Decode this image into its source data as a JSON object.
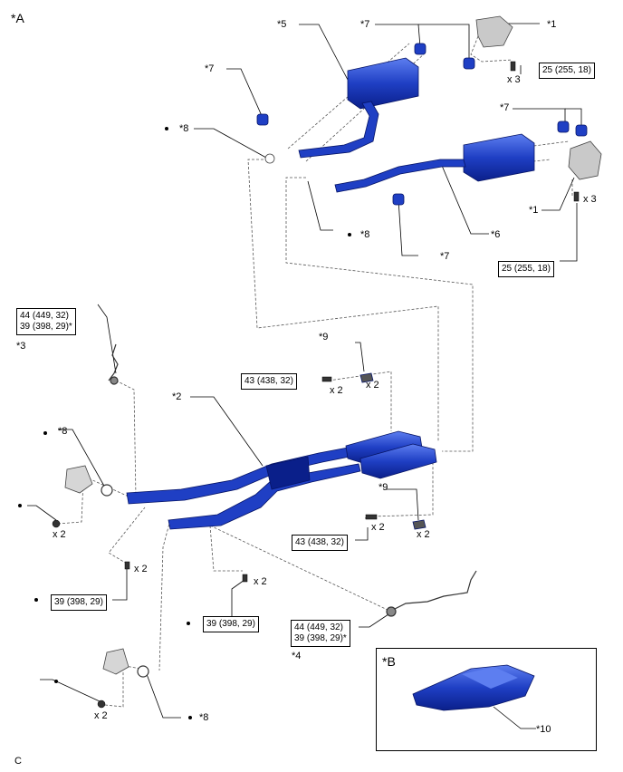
{
  "view_labels": {
    "a": "*A",
    "b": "*B",
    "corner": "C"
  },
  "callouts": {
    "c1a": "*1",
    "c1b": "*1",
    "c2": "*2",
    "c3": "*3",
    "c4": "*4",
    "c5": "*5",
    "c6": "*6",
    "c7a": "*7",
    "c7b": "*7",
    "c7c": "*7",
    "c7d": "*7",
    "c8a": "*8",
    "c8b": "*8",
    "c8c": "*8",
    "c8d": "*8",
    "c9a": "*9",
    "c9b": "*9",
    "c10": "*10"
  },
  "quantities": {
    "x3": "x 3",
    "x2": "x 2"
  },
  "torque_specs": {
    "heat_insulator_top": "25 (255, 18)",
    "heat_insulator_right": "25 (255, 18)",
    "sensor_3_line1": "44 (449, 32)",
    "sensor_3_line2": "39 (398, 29)*",
    "sensor_4_line1": "44 (449, 32)",
    "sensor_4_line2": "39 (398, 29)*",
    "clamp_upper": "43 (438, 32)",
    "clamp_lower": "43 (438, 32)",
    "bolt_left": "39 (398, 29)",
    "bolt_center": "39 (398, 29)"
  },
  "colors": {
    "part_blue": "#1f3fc4",
    "part_dark": "#0a1f8a",
    "part_light": "#5d7ef0",
    "gray_part": "#b8b8b8"
  }
}
